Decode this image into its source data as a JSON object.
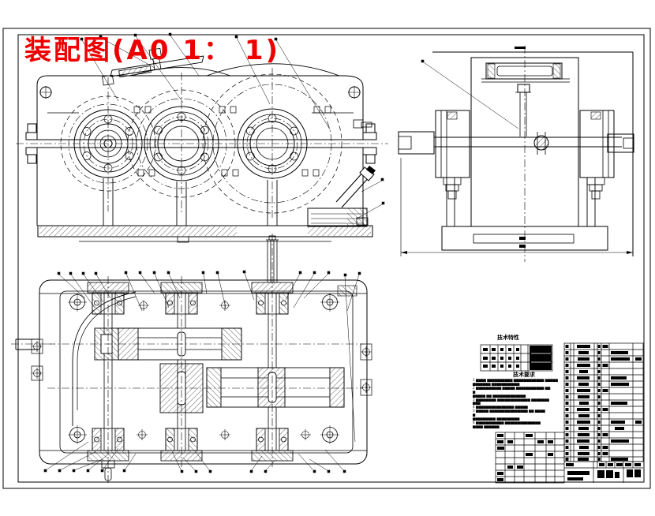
{
  "drawing": {
    "title": "装配图(A0 1： 1)",
    "title_color": "#ee0000",
    "line_color": "#000000",
    "background": "#ffffff"
  },
  "spec_table": {
    "title": "技术特性"
  },
  "tech_notes": {
    "heading": "技术要求",
    "lines": [
      "1 ▆▆▆▆ ▆▆▆▆▆▆▆▆▆▆ ▆▆▆▆▆▆▆▆▆▆▆▆ ▆▆▆▆▆",
      "▆▆▆▆▆▆▆ ▆▆▆▆▆▆▆▆▆▆▆",
      "2 ▆▆▆▆▆▆▆▆▆▆ ▆▆▆▆▆ ▆▆▆▆▆▆▆▆▆▆▆ ▆▆",
      "▆",
      "▆▆▆▆▆ ▆▆ ▆▆▆▆▆▆▆▆▆▆▆▆▆",
      "3 ▆▆▆▆▆▆▆▆ ▆▆▆▆▆▆▆▆▆▆▆▆▆ ▆▆▆▆▆▆▆",
      "▆▆▆",
      "4 ▆▆▆▆▆▆▆▆▆▆▆▆▆▆▆ ▆▆▆▆▆",
      "5 ▆▆▆▆▆ ▆▆▆▆▆▆▆▆▆▆▆▆▆▆▆ ▆▆ ▆▆▆▆",
      "▆",
      "▆▆▆▆▆▆▆▆▆ ▆▆▆▆▆▆▆▆▆",
      "6 ▆▆▆▆▆▆▆▆▆▆▆ ▆▆▆▆▆▆▆▆▆▆▆▆▆▆",
      "▆▆▆▆ ▆▆▆▆▆▆"
    ]
  },
  "parts_list": {
    "row_count": 19
  }
}
